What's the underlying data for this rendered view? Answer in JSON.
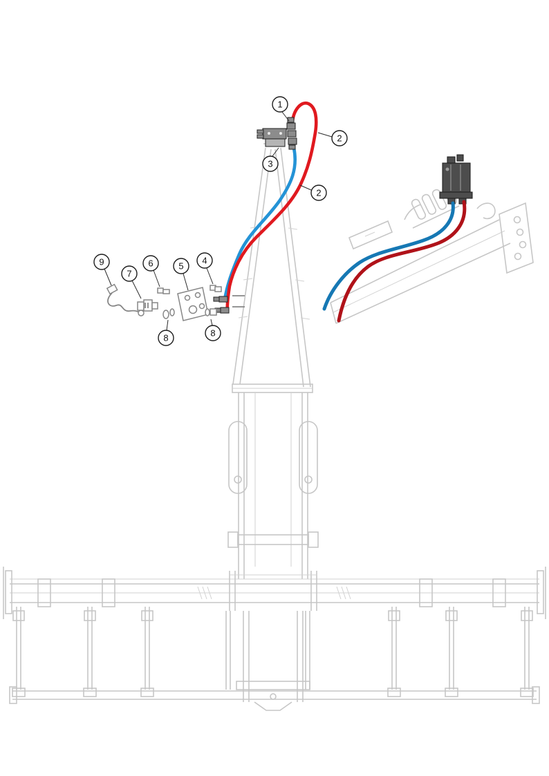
{
  "colors": {
    "hose_red": "#e0191f",
    "hose_blue": "#2493d6",
    "hose_red_dark": "#b01219",
    "hose_blue_dark": "#1678b4",
    "frame_gray": "#c6c6c6",
    "hardware_gray": "#868686",
    "valve_dark": "#4d4d4d",
    "balloon_stroke": "#1c1c1c"
  },
  "callouts": [
    {
      "label": "1"
    },
    {
      "label": "2"
    },
    {
      "label": "3"
    },
    {
      "label": "2"
    },
    {
      "label": "9"
    },
    {
      "label": "7"
    },
    {
      "label": "6"
    },
    {
      "label": "5"
    },
    {
      "label": "4"
    },
    {
      "label": "8"
    },
    {
      "label": "8"
    }
  ]
}
